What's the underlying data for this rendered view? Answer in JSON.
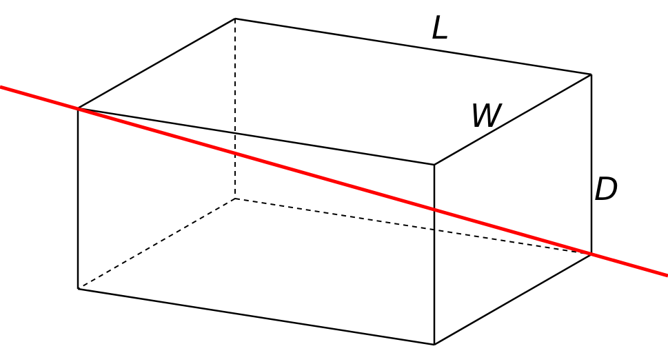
{
  "labels": {
    "length": "L",
    "width": "W",
    "depth": "D"
  },
  "colors": {
    "edges": "#000000",
    "line": "#ff0000"
  }
}
